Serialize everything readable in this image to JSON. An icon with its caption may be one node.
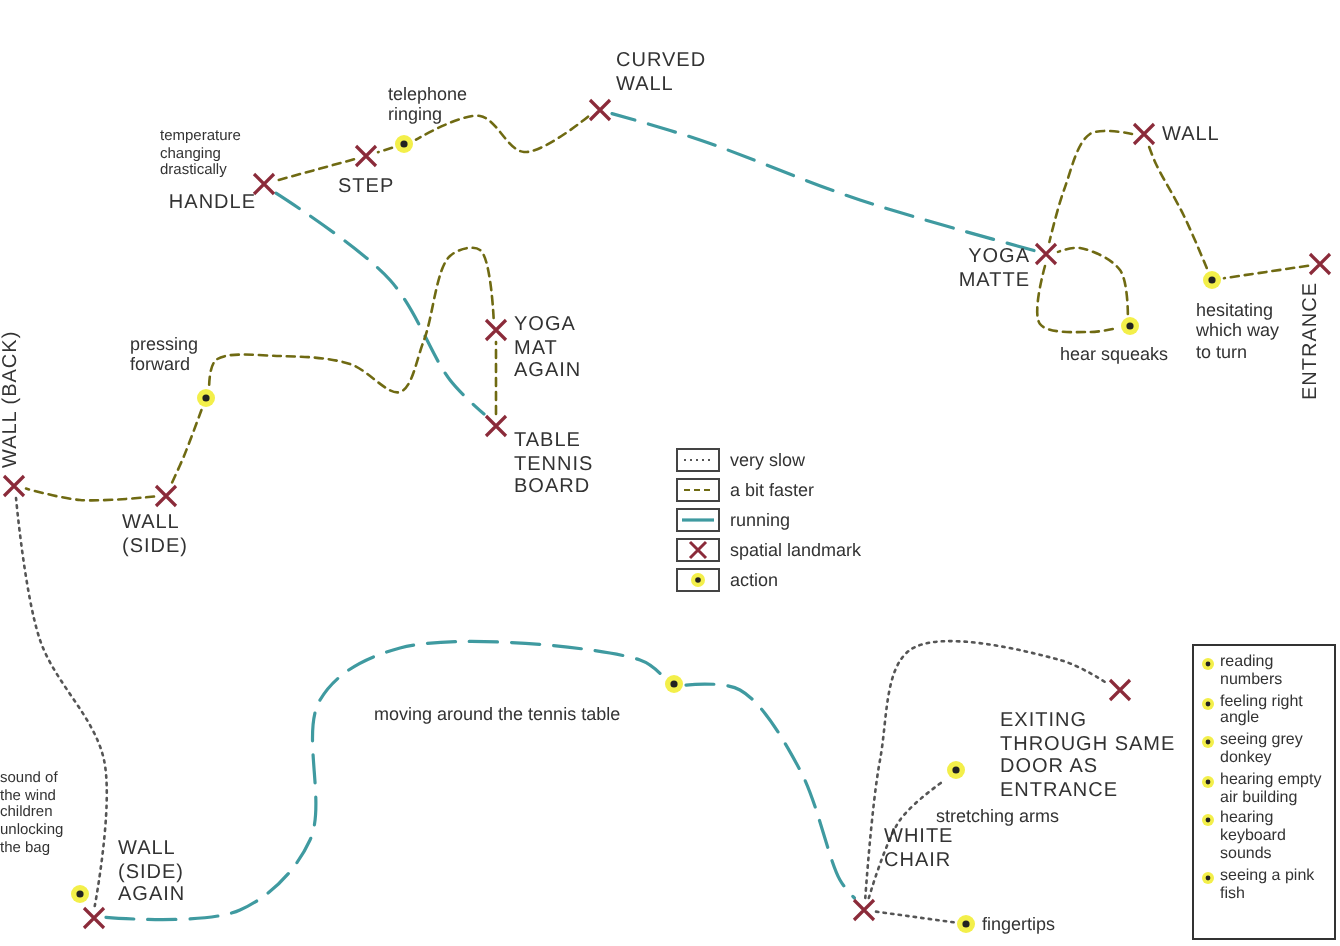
{
  "diagram": {
    "nodes": [
      {
        "text": [
          "HANDLE"
        ],
        "beside": [
          "temperature changing drastically"
        ]
      },
      {
        "text": [
          "STEP"
        ]
      },
      {
        "text": [
          "telephone ringing"
        ]
      },
      {
        "text": [
          "CURVED WALL"
        ]
      },
      {
        "text": [
          "YOGA MATTE"
        ]
      },
      {
        "text": [
          "WALL"
        ]
      },
      {
        "text": [
          "hesitating which way to turn"
        ]
      },
      {
        "text": [
          "ENTRANCE"
        ]
      },
      {
        "text": [
          "hear squeaks"
        ]
      },
      {
        "text": [
          "YOGA MAT AGAIN"
        ]
      },
      {
        "text": [
          "TABLE TENNIS BOARD"
        ]
      },
      {
        "text": [
          "pressing forward"
        ]
      },
      {
        "text": [
          "WALL (SIDE)"
        ]
      },
      {
        "text": [
          "WALL (BACK)"
        ]
      },
      {
        "text": [
          "sound of the wind children unlocking the bag"
        ]
      },
      {
        "text": [
          "WALL (SIDE) AGAIN"
        ]
      },
      {
        "text": [
          "moving around the tennis table"
        ]
      },
      {
        "text": [
          "WHITE CHAIR"
        ]
      },
      {
        "text": [
          "fingertips"
        ]
      },
      {
        "text": [
          "stretching arms"
        ]
      },
      {
        "text": [
          "EXITING THROUGH SAME DOOR AS ENTRANCE"
        ]
      },
      {
        "text": [
          "reading numbers",
          "feeling right angle",
          "seeing grey donkey",
          "hearing empty air building",
          "hearing keyboard sounds",
          "seeing a pink fish"
        ]
      }
    ],
    "edges": [
      {
        "from": 7,
        "to": 6,
        "arrow": "none"
      },
      {
        "from": 6,
        "to": 5,
        "arrow": "none"
      },
      {
        "from": 5,
        "to": 4,
        "arrow": "none"
      },
      {
        "from": 4,
        "to": 8,
        "arrow": "none"
      },
      {
        "from": 8,
        "to": 4,
        "arrow": "none"
      },
      {
        "from": 4,
        "to": 3,
        "arrow": "none",
        "color": "#3f9aa0"
      },
      {
        "from": 3,
        "to": 2,
        "arrow": "none"
      },
      {
        "from": 2,
        "to": 1,
        "arrow": "none"
      },
      {
        "from": 1,
        "to": 0,
        "arrow": "none"
      },
      {
        "from": 0,
        "to": 10,
        "arrow": "none",
        "color": "#3f9aa0"
      },
      {
        "from": 10,
        "to": 9,
        "arrow": "none"
      },
      {
        "from": 9,
        "to": 11,
        "arrow": "none"
      },
      {
        "from": 11,
        "to": 12,
        "arrow": "none"
      },
      {
        "from": 12,
        "to": 13,
        "arrow": "none"
      },
      {
        "from": 13,
        "to": 15,
        "arrow": "none",
        "style": "dashed"
      },
      {
        "from": 15,
        "to": 16,
        "arrow": "none",
        "color": "#3f9aa0"
      },
      {
        "from": 16,
        "to": 17,
        "arrow": "none",
        "color": "#3f9aa0"
      },
      {
        "from": 17,
        "to": 18,
        "arrow": "none",
        "style": "dashed"
      },
      {
        "from": 17,
        "to": 19,
        "arrow": "none",
        "style": "dashed"
      },
      {
        "from": 17,
        "to": 20,
        "arrow": "none",
        "style": "dashed"
      }
    ],
    "legend": [
      {
        "text": "very slow"
      },
      {
        "text": "a bit faster"
      },
      {
        "text": "running"
      },
      {
        "text": "spatial landmark"
      },
      {
        "text": "action"
      }
    ]
  }
}
